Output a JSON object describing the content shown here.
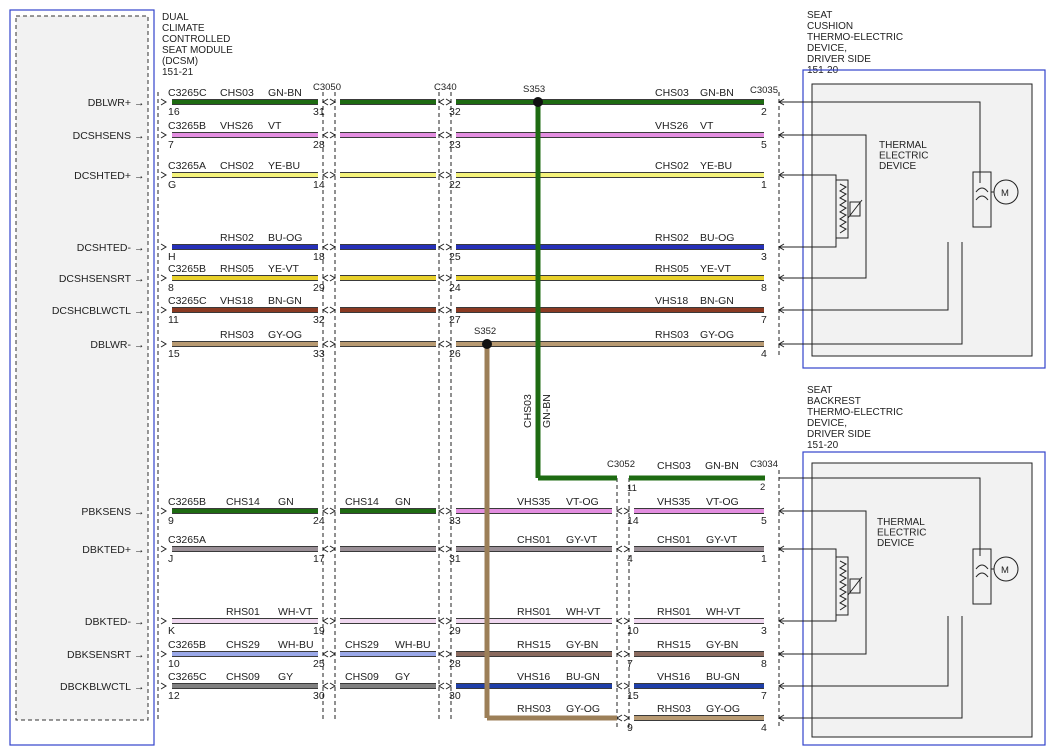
{
  "module": {
    "title_lines": [
      "DUAL",
      "CLIMATE",
      "CONTROLLED",
      "SEAT MODULE",
      "(DCSM)",
      "151-21"
    ],
    "pins": [
      "DBLWR+",
      "DCSHSENS",
      "DCSHTED+",
      "DCSHTED-",
      "DCSHSENSRT",
      "DCSHCBLWCTL",
      "DBLWR-",
      "PBKSENS",
      "DBKTED+",
      "DBKTED-",
      "DBKSENSRT",
      "DBCKBLWCTL"
    ]
  },
  "connectors": {
    "c3050": "C3050",
    "c340": "C340",
    "c3035": "C3035",
    "c3052": "C3052",
    "c3034": "C3034"
  },
  "splices": {
    "s353": "S353",
    "s352": "S352"
  },
  "vertical_wires": {
    "chs03_label": "CHS03",
    "chs03_color": "GN-BN"
  },
  "cushion": {
    "title_lines": [
      "SEAT",
      "CUSHION",
      "THERMO-ELECTRIC",
      "DEVICE,",
      "DRIVER SIDE",
      "151-20"
    ],
    "device_lines": [
      "THERMAL",
      "ELECTRIC",
      "DEVICE"
    ],
    "motor": "M"
  },
  "backrest": {
    "title_lines": [
      "SEAT",
      "BACKREST",
      "THERMO-ELECTRIC",
      "DEVICE,",
      "DRIVER SIDE",
      "151-20"
    ],
    "device_lines": [
      "THERMAL",
      "ELECTRIC",
      "DEVICE"
    ],
    "motor": "M"
  },
  "wires_top": [
    {
      "conn": "C3265C",
      "pin_a": "16",
      "c1": "CHS03",
      "k1": "GN-BN",
      "p1": "31",
      "p2": "32",
      "c2": "CHS03",
      "k2": "GN-BN",
      "p3": "2",
      "color": "#1e6b12"
    },
    {
      "conn": "C3265B",
      "pin_a": "7",
      "c1": "VHS26",
      "k1": "VT",
      "p1": "28",
      "p2": "23",
      "c2": "VHS26",
      "k2": "VT",
      "p3": "5",
      "color": "#e38ee0"
    },
    {
      "conn": "C3265A",
      "pin_a": "G",
      "c1": "CHS02",
      "k1": "YE-BU",
      "p1": "14",
      "p2": "22",
      "c2": "CHS02",
      "k2": "YE-BU",
      "p3": "1",
      "color": "#f4f27a"
    },
    {
      "conn": "",
      "pin_a": "H",
      "c1": "RHS02",
      "k1": "BU-OG",
      "p1": "18",
      "p2": "25",
      "c2": "RHS02",
      "k2": "BU-OG",
      "p3": "3",
      "color": "#2630b8"
    },
    {
      "conn": "C3265B",
      "pin_a": "8",
      "c1": "RHS05",
      "k1": "YE-VT",
      "p1": "29",
      "p2": "24",
      "c2": "RHS05",
      "k2": "YE-VT",
      "p3": "8",
      "color": "#e8d02a"
    },
    {
      "conn": "C3265C",
      "pin_a": "11",
      "c1": "VHS18",
      "k1": "BN-GN",
      "p1": "32",
      "p2": "27",
      "c2": "VHS18",
      "k2": "BN-GN",
      "p3": "7",
      "color": "#8b3a22"
    },
    {
      "conn": "",
      "pin_a": "15",
      "c1": "RHS03",
      "k1": "GY-OG",
      "p1": "33",
      "p2": "26",
      "c2": "RHS03",
      "k2": "GY-OG",
      "p3": "4",
      "color": "#b89a72"
    }
  ],
  "wires_bottom": [
    {
      "conn": "C3265B",
      "pin_a": "9",
      "c1": "CHS14",
      "k1": "GN",
      "p1": "24",
      "mc": "CHS14",
      "mk": "GN",
      "p2": "33",
      "c2": "VHS35",
      "k2": "VT-OG",
      "p3": "14",
      "c3": "VHS35",
      "k3": "VT-OG",
      "p4": "5",
      "color_a": "#1e6b12",
      "color_b": "#e38ee0"
    },
    {
      "conn": "C3265A",
      "pin_a": "J",
      "c1": "",
      "k1": "",
      "p1": "17",
      "mc": "",
      "mk": "",
      "p2": "31",
      "c2": "CHS01",
      "k2": "GY-VT",
      "p3": "4",
      "c3": "CHS01",
      "k3": "GY-VT",
      "p4": "1",
      "color_a": "#9a8f96",
      "color_b": "#9a8f96"
    },
    {
      "conn": "",
      "pin_a": "K",
      "c1": "RHS01",
      "k1": "WH-VT",
      "p1": "19",
      "mc": "",
      "mk": "",
      "p2": "29",
      "c2": "RHS01",
      "k2": "WH-VT",
      "p3": "10",
      "c3": "RHS01",
      "k3": "WH-VT",
      "p4": "3",
      "color_a": "#f0d8f0",
      "color_b": "#f0d8f0"
    },
    {
      "conn": "C3265B",
      "pin_a": "10",
      "c1": "CHS29",
      "k1": "WH-BU",
      "p1": "25",
      "mc": "CHS29",
      "mk": "WH-BU",
      "p2": "28",
      "c2": "RHS15",
      "k2": "GY-BN",
      "p3": "7",
      "c3": "RHS15",
      "k3": "GY-BN",
      "p4": "8",
      "color_a": "#9aa8e8",
      "color_b": "#8a6a5e"
    },
    {
      "conn": "C3265C",
      "pin_a": "12",
      "c1": "CHS09",
      "k1": "GY",
      "p1": "30",
      "mc": "CHS09",
      "mk": "GY",
      "p2": "30",
      "c2": "VHS16",
      "k2": "BU-GN",
      "p3": "15",
      "c3": "VHS16",
      "k3": "BU-GN",
      "p4": "7",
      "color_a": "#808080",
      "color_b": "#1f3fa8"
    },
    {
      "conn": "",
      "pin_a": "",
      "c1": "",
      "k1": "",
      "p1": "",
      "mc": "",
      "mk": "",
      "p2": "",
      "c2": "RHS03",
      "k2": "GY-OG",
      "p3": "9",
      "c3": "RHS03",
      "k3": "GY-OG",
      "p4": "4",
      "color_a": "#b89a72",
      "color_b": "#b89a72"
    }
  ],
  "colors": {
    "module_border": "#3344cc",
    "chs03_gn_bn": "#1e6b12",
    "rhs03_gy_og": "#9c7f58"
  }
}
